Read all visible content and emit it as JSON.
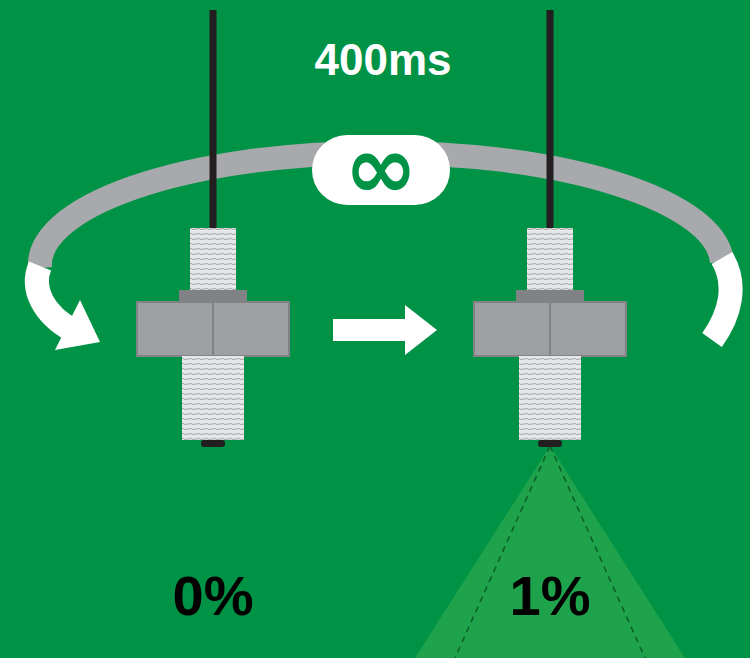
{
  "diagram": {
    "labels": [
      "400ms",
      "∞",
      "0%",
      "1%"
    ]
  }
}
